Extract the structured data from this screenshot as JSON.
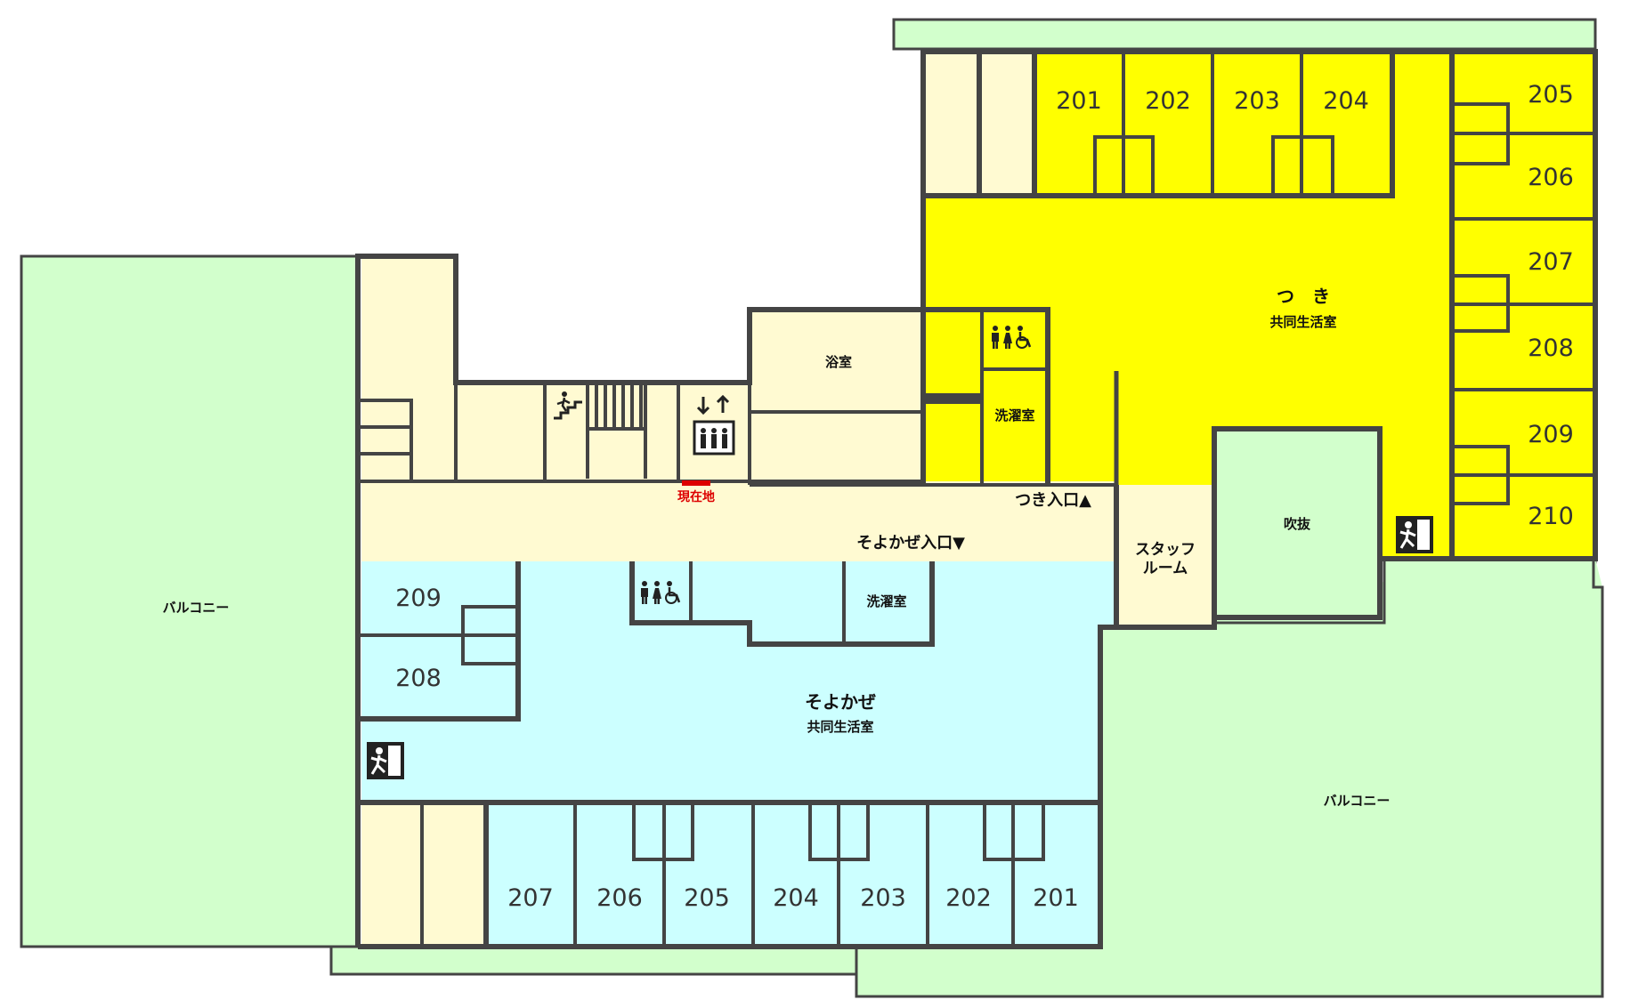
{
  "colors": {
    "balcony": "#d2ffcc",
    "corridor": "#fffad2",
    "tsuki": "#ffff00",
    "soyokaze": "#ccffff",
    "wall": "#444444",
    "here": "#dd0000"
  },
  "labels": {
    "balcony_left": "バルコニー",
    "balcony_right": "バルコニー",
    "bath": "浴室",
    "laundry_tsuki": "洗濯室",
    "laundry_soyokaze": "洗濯室",
    "tsuki_name": "つ　き",
    "tsuki_common": "共同生活室",
    "soyokaze_name": "そよかぜ",
    "soyokaze_common": "共同生活室",
    "tsuki_entrance": "つき入口▲",
    "soyokaze_entrance": "そよかぜ入口▼",
    "staff_room_line1": "スタッフ",
    "staff_room_line2": "ルーム",
    "atrium": "吹抜",
    "current_location": "現在地"
  },
  "tsuki_rooms": [
    "201",
    "202",
    "203",
    "204",
    "205",
    "206",
    "207",
    "208",
    "209",
    "210"
  ],
  "soyokaze_rooms": [
    "201",
    "202",
    "203",
    "204",
    "205",
    "206",
    "207",
    "208",
    "209"
  ],
  "icons": [
    "restroom-icon",
    "wheelchair-icon",
    "stairs-icon",
    "elevator-icon",
    "emergency-exit-icon"
  ]
}
